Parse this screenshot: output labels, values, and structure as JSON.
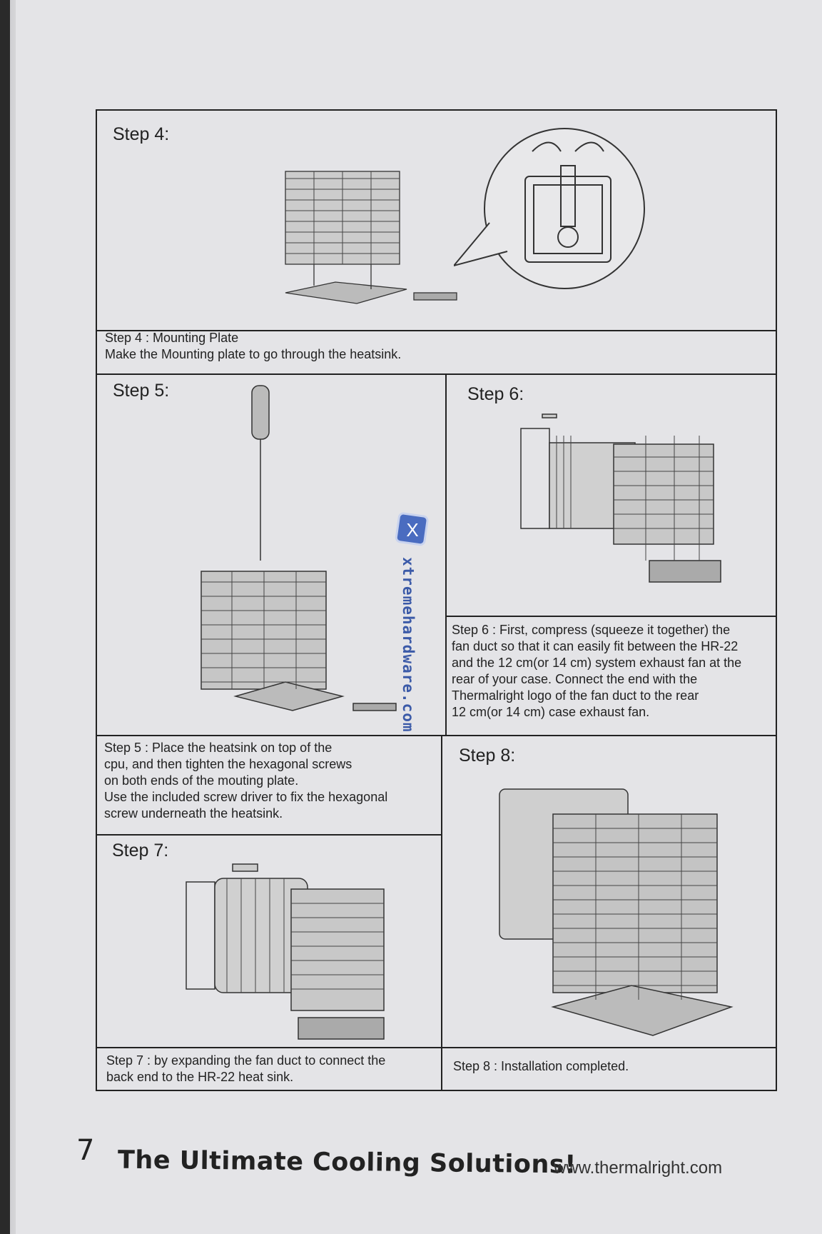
{
  "steps": [
    {
      "title": "Step 4:",
      "caption": "Step 4 : Mounting Plate\nMake the Mounting plate to go through the heatsink."
    },
    {
      "title": "Step 5:",
      "caption": "Step 5 : Place the heatsink on top of the\ncpu, and then tighten the hexagonal screws\non both ends of the mouting plate.\nUse the included screw driver to fix the hexagonal\nscrew underneath the heatsink."
    },
    {
      "title": "Step 6:",
      "caption": "Step 6 : First, compress  (squeeze it together) the\nfan duct so that it can easily fit between the HR-22\nand the 12 cm(or 14 cm) system exhaust fan at the\n rear of your case. Connect the end with the\nThermalright logo of the fan duct to the rear\n12 cm(or 14 cm) case exhaust fan."
    },
    {
      "title": "Step 7:",
      "caption": "Step 7 : by expanding the fan duct to connect the\nback end to the HR-22 heat sink."
    },
    {
      "title": "Step 8:",
      "caption": "Step 8 : Installation completed."
    }
  ],
  "footer": {
    "page_number": "7",
    "slogan": "The Ultimate Cooling Solutions!",
    "url": "www.thermalright.com"
  },
  "watermark": {
    "text": "xtremehardware.com",
    "logo_letter": "X"
  },
  "colors": {
    "paper": "#e4e4e7",
    "ink": "#222222",
    "watermark": "#3b5aa8"
  }
}
